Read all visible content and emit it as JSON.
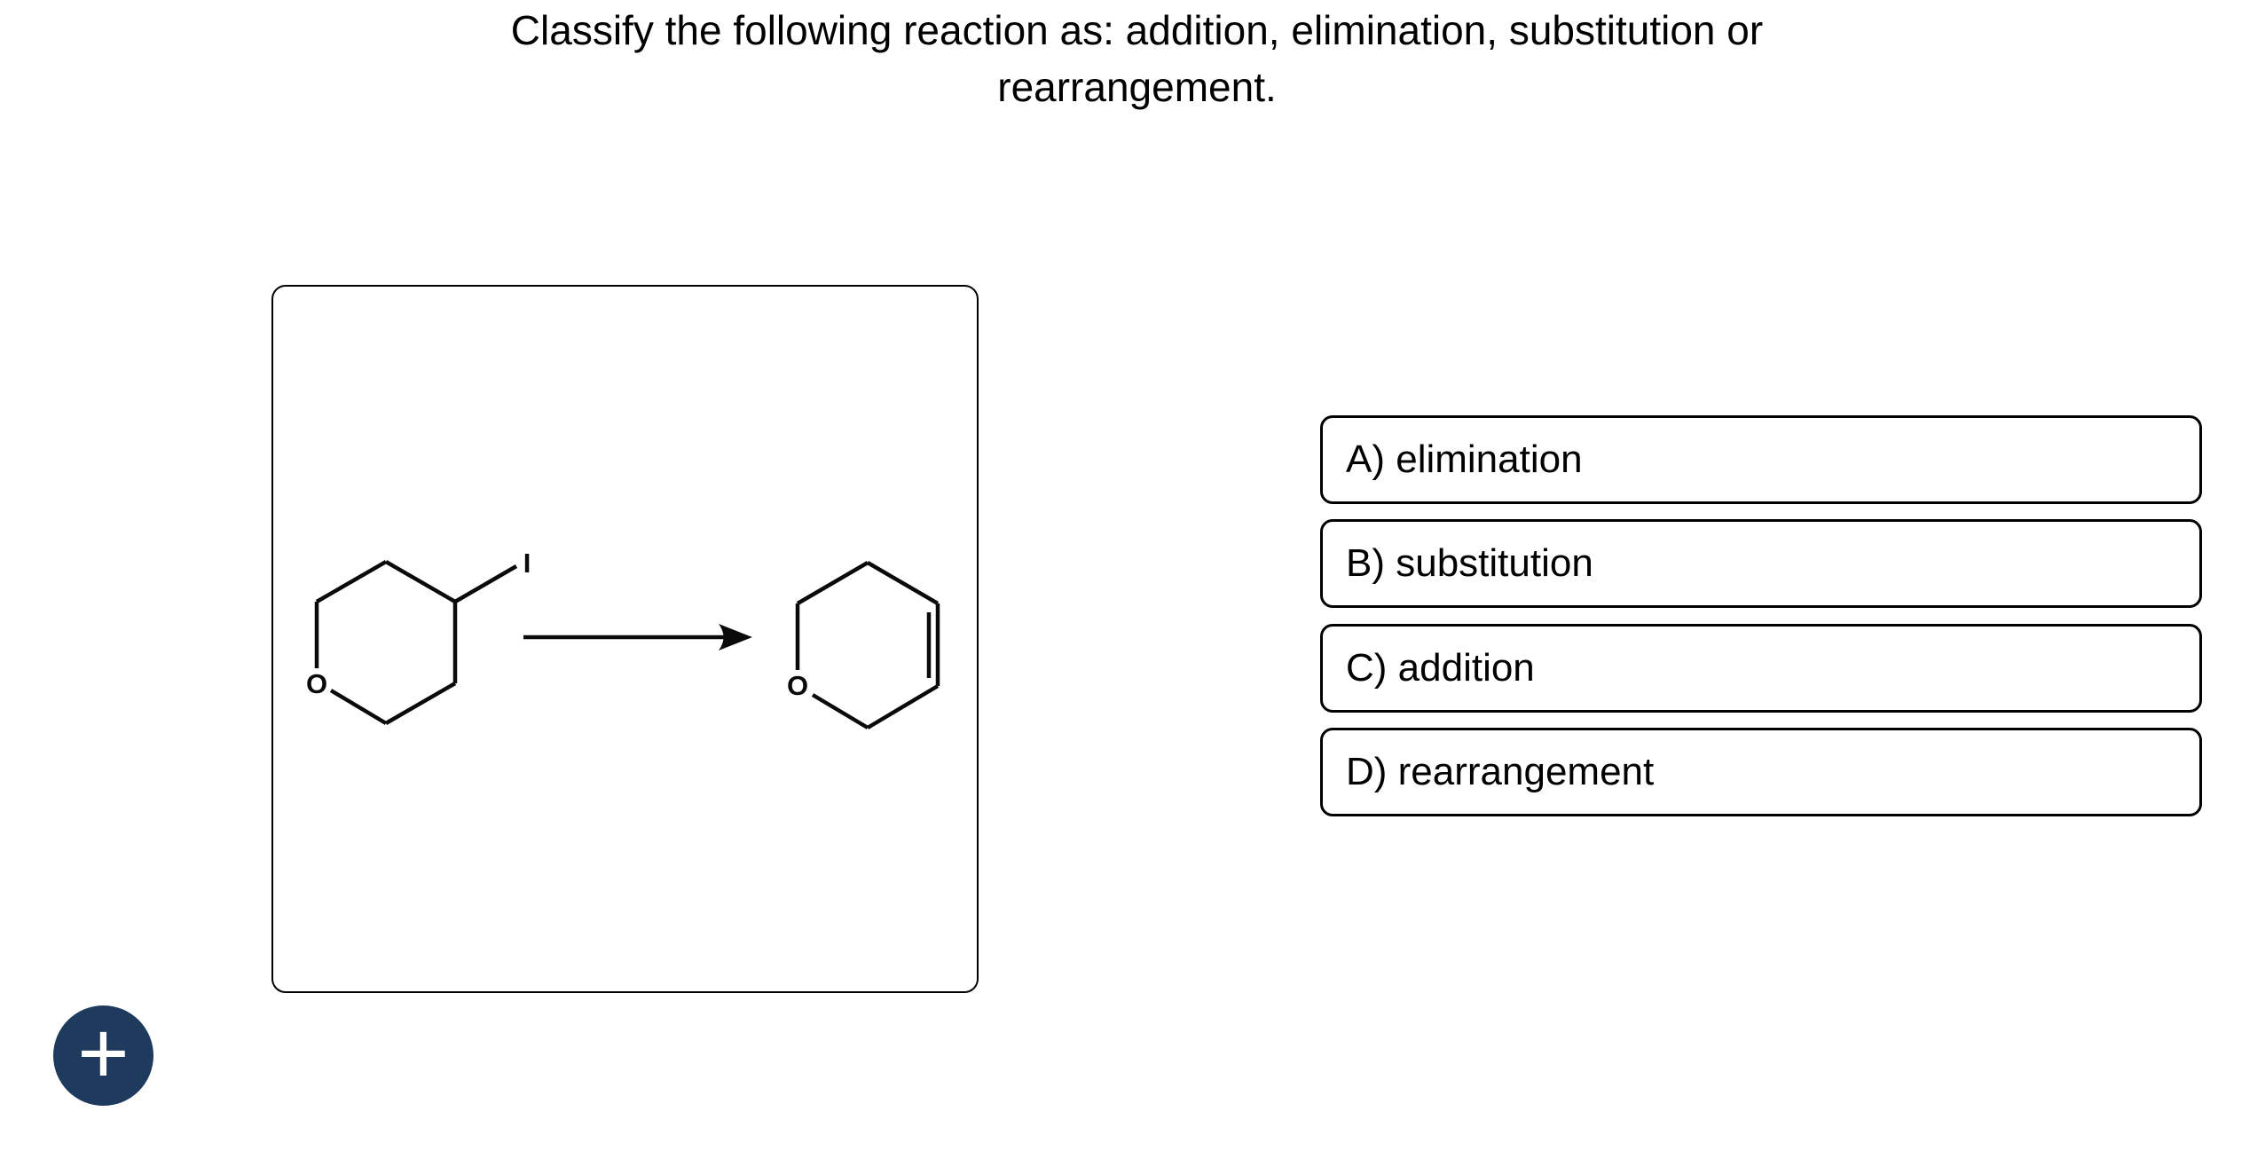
{
  "title": {
    "lines": [
      "Classify the following reaction as: addition, elimination, substitution or",
      "rearrangement."
    ]
  },
  "reaction": {
    "reactant": {
      "oxygen_label": "O",
      "substituent_label": "I"
    },
    "product": {
      "oxygen_label": "O"
    }
  },
  "options": [
    {
      "id": "A",
      "label": "A) elimination"
    },
    {
      "id": "B",
      "label": "B) substitution"
    },
    {
      "id": "C",
      "label": "C) addition"
    },
    {
      "id": "D",
      "label": "D) rearrangement"
    }
  ],
  "fab": {
    "symbol": "+"
  },
  "colors": {
    "ink": "#000000",
    "background": "#ffffff",
    "fab_background": "#1e3a5c"
  }
}
